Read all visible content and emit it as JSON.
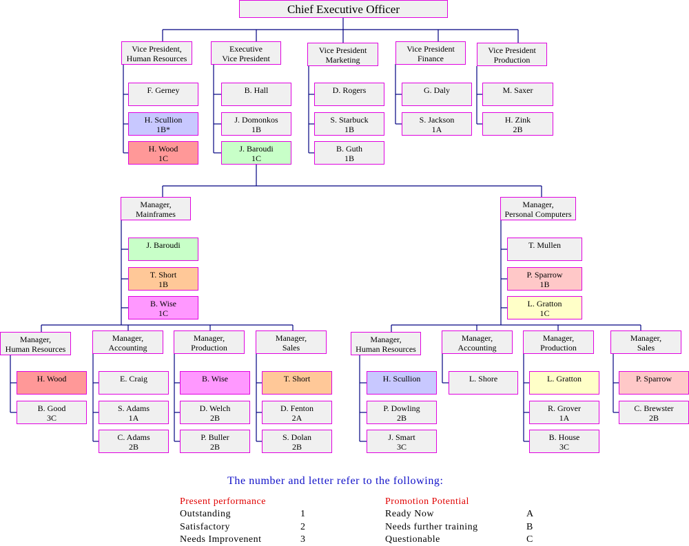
{
  "colors": {
    "border": "#e000e0",
    "line": "#000080",
    "neutral": "#f0f0f0",
    "lavender": "#c8c8ff",
    "red": "#ff9898",
    "green": "#c8ffc8",
    "orange": "#ffc898",
    "magenta": "#ff98ff",
    "pink": "#ffc8c8",
    "yellow": "#ffffc8",
    "legend_title": "#1010c8",
    "legend_heading": "#e00000"
  },
  "ceo": "Chief Executive Officer",
  "vp_hr": {
    "title": [
      "Vice President,",
      "Human Resources"
    ],
    "staff": [
      [
        "F. Gerney"
      ],
      [
        "H. Scullion",
        "1B*"
      ],
      [
        "H. Wood",
        "1C"
      ]
    ]
  },
  "evp": {
    "title": [
      "Executive",
      "Vice President"
    ],
    "staff": [
      [
        "B. Hall"
      ],
      [
        "J. Domonkos",
        "1B"
      ],
      [
        "J. Baroudi",
        "1C"
      ]
    ]
  },
  "vp_mkt": {
    "title": [
      "Vice President",
      "Marketing"
    ],
    "staff": [
      [
        "D. Rogers"
      ],
      [
        "S. Starbuck",
        "1B"
      ],
      [
        "B. Guth",
        "1B"
      ]
    ]
  },
  "vp_fin": {
    "title": [
      "Vice President",
      "Finance"
    ],
    "staff": [
      [
        "G. Daly"
      ],
      [
        "S. Jackson",
        "1A"
      ]
    ]
  },
  "vp_prod": {
    "title": [
      "Vice President",
      "Production"
    ],
    "staff": [
      [
        "M. Saxer"
      ],
      [
        "H. Zink",
        "2B"
      ]
    ]
  },
  "mgr_main": {
    "title": [
      "Manager,",
      "Mainframes"
    ],
    "staff": [
      [
        "J. Baroudi"
      ],
      [
        "T. Short",
        "1B"
      ],
      [
        "B. Wise",
        "1C"
      ]
    ]
  },
  "mgr_pc": {
    "title": [
      "Manager,",
      "Personal Computers"
    ],
    "staff": [
      [
        "T. Mullen"
      ],
      [
        "P. Sparrow",
        "1B"
      ],
      [
        "L. Gratton",
        "1C"
      ]
    ]
  },
  "m_hr": {
    "title": [
      "Manager,",
      "Human Resources"
    ],
    "staff": [
      [
        "H. Wood"
      ],
      [
        "B. Good",
        "3C"
      ]
    ]
  },
  "m_acc": {
    "title": [
      "Manager,",
      "Accounting"
    ],
    "staff": [
      [
        "E. Craig"
      ],
      [
        "S. Adams",
        "1A"
      ],
      [
        "C. Adams",
        "2B"
      ]
    ]
  },
  "m_prod": {
    "title": [
      "Manager,",
      "Production"
    ],
    "staff": [
      [
        "B. Wise"
      ],
      [
        "D. Welch",
        "2B"
      ],
      [
        "P. Buller",
        "2B"
      ]
    ]
  },
  "m_sales": {
    "title": [
      "Manager,",
      "Sales"
    ],
    "staff": [
      [
        "T. Short"
      ],
      [
        "D. Fenton",
        "2A"
      ],
      [
        "S. Dolan",
        "2B"
      ]
    ]
  },
  "p_hr": {
    "title": [
      "Manager,",
      "Human Resources"
    ],
    "staff": [
      [
        "H. Scullion"
      ],
      [
        "P. Dowling",
        "2B"
      ],
      [
        "J. Smart",
        "3C"
      ]
    ]
  },
  "p_acc": {
    "title": [
      "Manager,",
      "Accounting"
    ],
    "staff": [
      [
        "L. Shore"
      ]
    ]
  },
  "p_prod": {
    "title": [
      "Manager,",
      "Production"
    ],
    "staff": [
      [
        "L. Gratton"
      ],
      [
        "R. Grover",
        "1A"
      ],
      [
        "B. House",
        "3C"
      ]
    ]
  },
  "p_sales": {
    "title": [
      "Manager,",
      "Sales"
    ],
    "staff": [
      [
        "P. Sparrow"
      ],
      [
        "C. Brewster",
        "2B"
      ]
    ]
  },
  "legend": {
    "title": "The number and letter refer to the following:",
    "performance": {
      "heading": "Present performance",
      "items": [
        {
          "label": "Outstanding",
          "code": "1"
        },
        {
          "label": "Satisfactory",
          "code": "2"
        },
        {
          "label": "Needs Improvenent",
          "code": "3"
        }
      ]
    },
    "promotion": {
      "heading": "Promotion Potential",
      "items": [
        {
          "label": "Ready Now",
          "code": "A"
        },
        {
          "label": "Needs further training",
          "code": "B"
        },
        {
          "label": "Questionable",
          "code": "C"
        }
      ]
    }
  }
}
